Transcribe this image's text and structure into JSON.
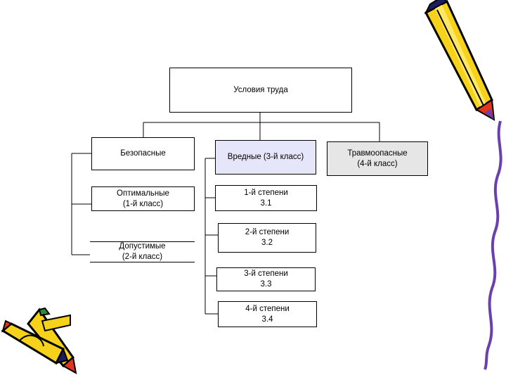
{
  "diagram": {
    "root": {
      "label": "Условия труда"
    },
    "safe": {
      "label": "Безопасные",
      "children": [
        {
          "label": "Оптимальные\n(1-й класс)"
        },
        {
          "label": "Допустимые\n(2-й класс)"
        }
      ]
    },
    "harmful": {
      "label": "Вредные (3-й класс)",
      "fill": "#e6e6fa",
      "children": [
        {
          "label": "1-й степени\n3.1"
        },
        {
          "label": "2-й степени\n3.2"
        },
        {
          "label": "3-й степени\n3.3"
        },
        {
          "label": "4-й степени\n3.4"
        }
      ]
    },
    "dangerous": {
      "label": "Травмоопасные\n(4-й класс)",
      "fill": "#e6e6e6"
    }
  },
  "decor": {
    "pencil_colors": {
      "body": "#f6d21b",
      "tip": "#e0351f",
      "grip": "#1c1c5e",
      "accent": "#6b3fb0"
    },
    "border_color": "#6b3fb0"
  }
}
